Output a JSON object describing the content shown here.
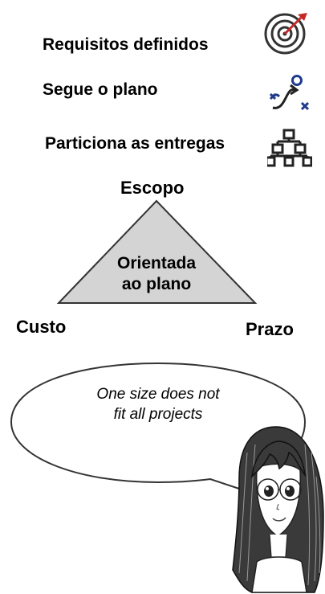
{
  "requirements": [
    {
      "label": "Requisitos definidos",
      "icon": "target-icon"
    },
    {
      "label": "Segue o plano",
      "icon": "plan-path-icon"
    },
    {
      "label": "Particiona as entregas",
      "icon": "hierarchy-icon"
    }
  ],
  "triangle": {
    "top": "Escopo",
    "left": "Custo",
    "right": "Prazo",
    "center_line1": "Orientada",
    "center_line2": "ao plano",
    "fill": "#d4d4d4"
  },
  "speech": {
    "line1": "One size does not",
    "line2": "fit all projects"
  },
  "colors": {
    "accent_blue": "#1f3b8c",
    "ink": "#333333"
  }
}
